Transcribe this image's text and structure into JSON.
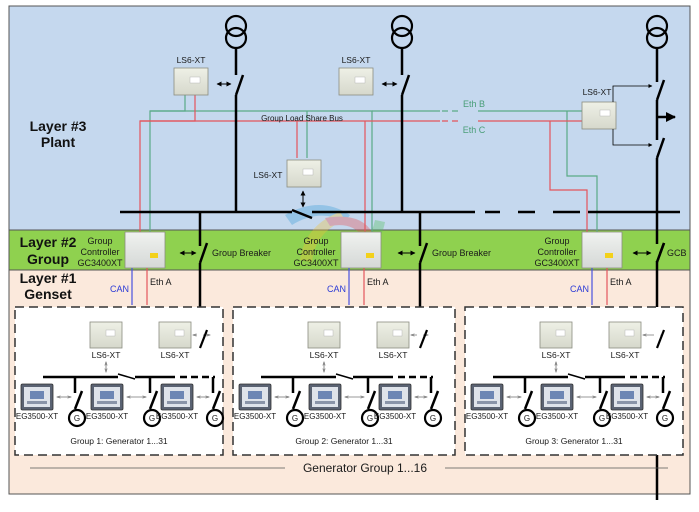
{
  "layers": [
    {
      "title": "Layer #3",
      "subtitle": "Plant",
      "color": "#c5d8ee"
    },
    {
      "title": "Layer #2",
      "subtitle": "Group",
      "color": "#8fd14f"
    },
    {
      "title": "Layer #1",
      "subtitle": "Genset",
      "color": "#fbe9dc"
    }
  ],
  "plant": {
    "ls6_label": "LS6-XT",
    "bus_label": "Group Load Share Bus",
    "eth_b": "Eth B",
    "eth_c": "Eth C"
  },
  "group_layer": {
    "controller_line1": "Group",
    "controller_line2": "Controller",
    "controller_model": "GC3400XT",
    "group_breaker": "Group Breaker",
    "gcb": "GCB"
  },
  "genset_layer": {
    "can": "CAN",
    "eth_a": "Eth A",
    "ls6_label": "LS6-XT",
    "eg_label": "EG3500-XT",
    "gen_symbol": "G",
    "groups": [
      {
        "caption": "Group 1: Generator 1...31"
      },
      {
        "caption": "Group 2: Generator 1...31"
      },
      {
        "caption": "Group 3: Generator 1...31"
      }
    ],
    "footer": "Generator Group 1...16"
  },
  "colors": {
    "eth_green": "#5aaa86",
    "eth_red": "#e4545c",
    "can_blue": "#4a52e0",
    "busbar": "#000000"
  }
}
